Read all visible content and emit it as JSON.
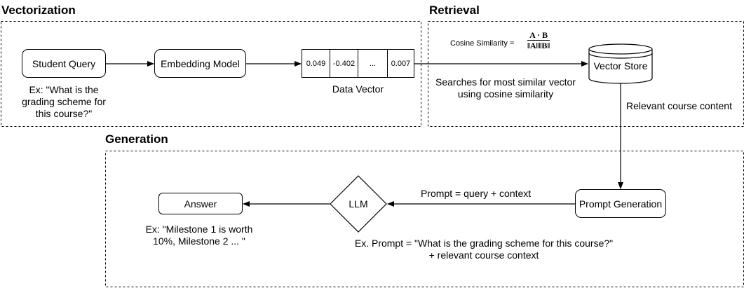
{
  "sections": {
    "vectorization": "Vectorization",
    "retrieval": "Retrieval",
    "generation": "Generation"
  },
  "nodes": {
    "student_query": "Student Query",
    "embedding_model": "Embedding Model",
    "vector_store": "Vector Store",
    "prompt_generation": "Prompt Generation",
    "llm": "LLM",
    "answer": "Answer"
  },
  "data_vector": {
    "cells": [
      "0.049",
      "-0.402",
      "...",
      "0.007"
    ],
    "label": "Data Vector"
  },
  "notes": {
    "query_example": "Ex: \"What is the\ngrading scheme for\nthis course?\"",
    "search": "Searches for most similar vector\nusing cosine similarity",
    "relevant_content": "Relevant course content",
    "prompt_formula": "Prompt = query + context",
    "answer_example": "Ex: \"Milestone 1 is worth\n10%, Milestone 2 ... \"",
    "prompt_example": "Ex. Prompt = \"What is the grading scheme for this course?\"\n+ relevant course context"
  },
  "cosine": {
    "label": "Cosine Similarity  =",
    "numerator": "A · B",
    "denominator": "‖A‖‖B‖"
  }
}
